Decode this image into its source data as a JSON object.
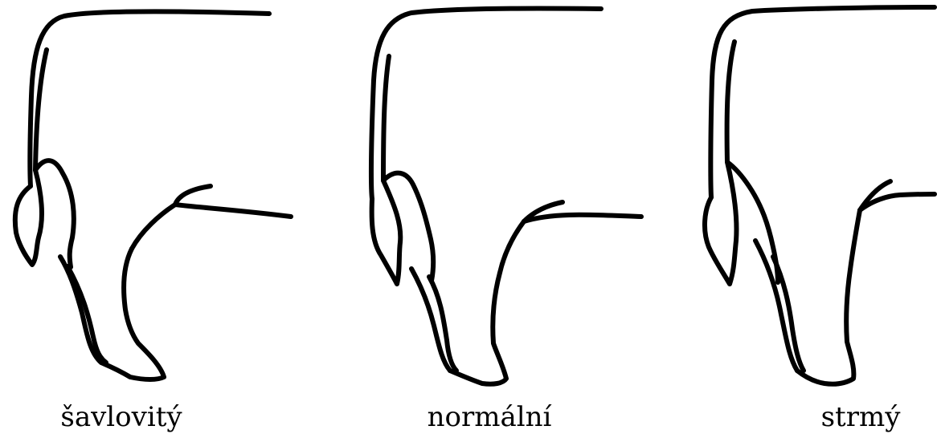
{
  "diagram": {
    "stroke_color": "#000000",
    "background_color": "#ffffff",
    "panels": [
      {
        "label": "šavlovitý"
      },
      {
        "label": "normální"
      },
      {
        "label": "strmý"
      }
    ]
  }
}
